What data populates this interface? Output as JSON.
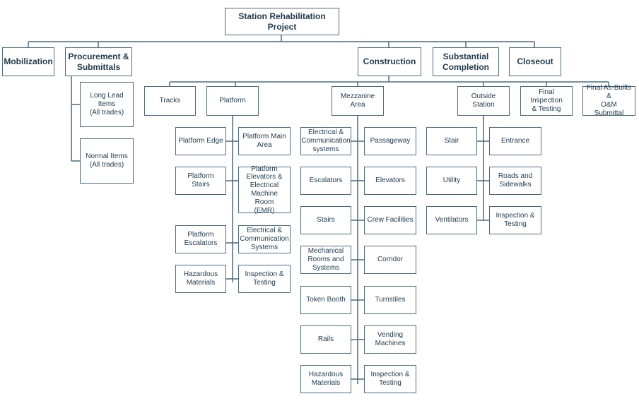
{
  "wbs": {
    "root": "Station Rehabilitation Project",
    "phases": {
      "mobilization": "Mobilization",
      "procurement": "Procurement &\nSubmittals",
      "construction": "Construction",
      "substantial": "Substantial\nCompletion",
      "closeout": "Closeout"
    },
    "procurement_items": {
      "long_lead": "Long Lead Items\n(All trades)",
      "normal": "Normal Items\n(All trades)"
    },
    "construction_areas": {
      "tracks": "Tracks",
      "platform": "Platform",
      "mezzanine": "Mezzanine Area",
      "outside": "Outside Station"
    },
    "closeout_items": {
      "final_inspection": "Final Inspection\n& Testing",
      "final_asbuilts": "Final As-Builts &\nO&M Submittal"
    },
    "platform_items": {
      "edge": "Platform Edge",
      "main_area": "Platform Main\nArea",
      "stairs": "Platform Stairs",
      "elevators_emr": "Platform\nElevators &\nElectrical\nMachine Room\n(EMR)",
      "escalators": "Platform\nEscalators",
      "elec_comm": "Electrical &\nCommunication\nSystems",
      "hazardous": "Hazardous\nMaterials",
      "inspection": "Inspection &\nTesting"
    },
    "mezzanine_items": {
      "elec_comm": "Electrical &\nCommunication\nsystems",
      "passageway": "Passageway",
      "escalators": "Escalators",
      "elevators": "Elevators",
      "stairs": "Stairs",
      "crew": "Crew Facilities",
      "mech_rooms": "Mechanical\nRooms and\nSystems",
      "corridor": "Corridor",
      "token_booth": "Token Booth",
      "turnstiles": "Turnstiles",
      "rails": "Rails",
      "vending": "Vending\nMachines",
      "hazardous": "Hazardous\nMaterials",
      "inspection": "Inspection &\nTesting"
    },
    "outside_items": {
      "stair": "Stair",
      "entrance": "Entrance",
      "utility": "Utility",
      "roads": "Roads and\nSidewalks",
      "ventilators": "Ventilators",
      "inspection": "Inspection &\nTesting"
    }
  }
}
